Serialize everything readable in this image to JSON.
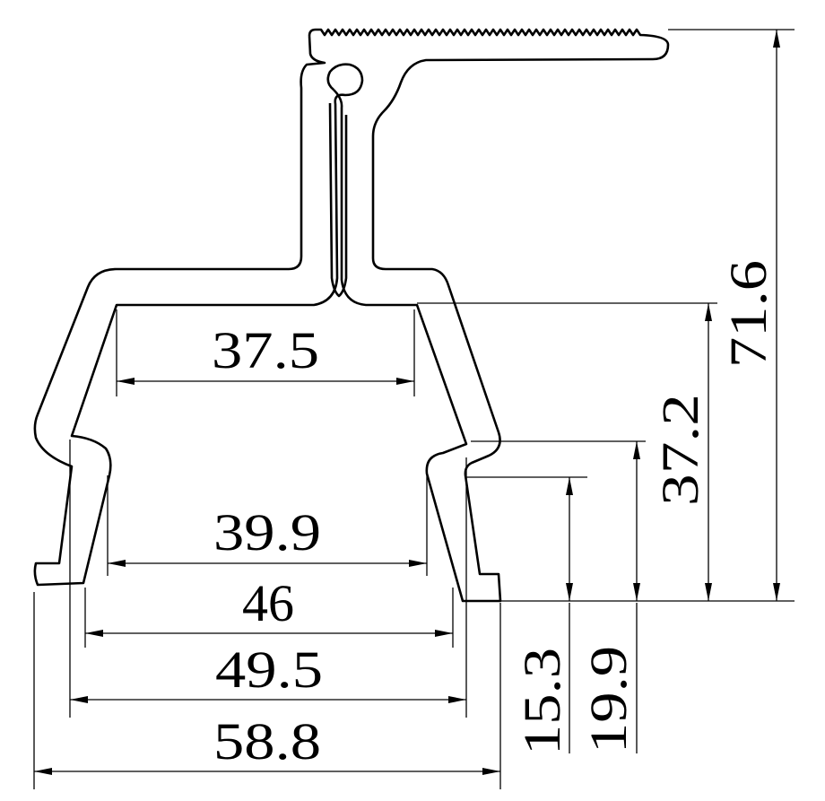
{
  "dimensions": {
    "inner_top_width": "37.5",
    "inner_throat_width": "39.9",
    "foot_inner_width": "46",
    "leg_outer_width": "49.5",
    "overall_width": "58.8",
    "lip_height": "15.3",
    "shoulder_height": "19.9",
    "body_height": "37.2",
    "overall_height": "71.6"
  },
  "colors": {
    "line": "#000000",
    "background": "#ffffff"
  }
}
